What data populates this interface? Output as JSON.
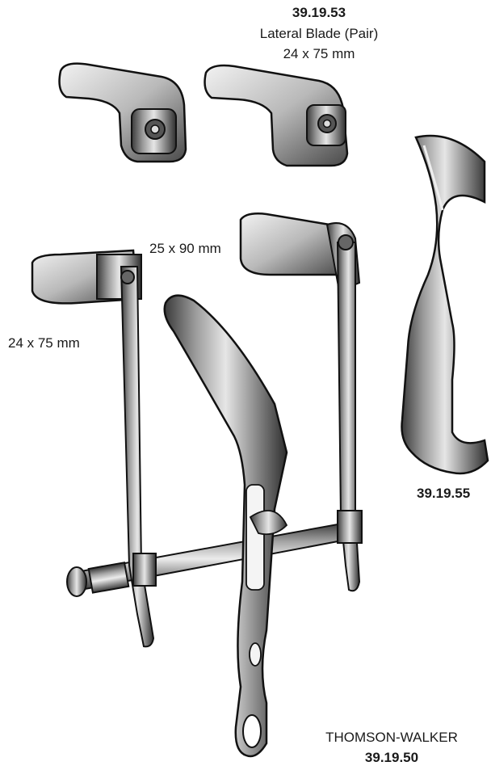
{
  "lateral_blade": {
    "code": "39.19.53",
    "name": "Lateral Blade (Pair)",
    "size": "24 x 75 mm"
  },
  "blade_sizes": {
    "right": "25 x 90 mm",
    "left": "24 x 75 mm"
  },
  "deep_blade": {
    "code": "39.19.55"
  },
  "retractor": {
    "name": "THOMSON-WALKER",
    "code": "39.19.50"
  }
}
